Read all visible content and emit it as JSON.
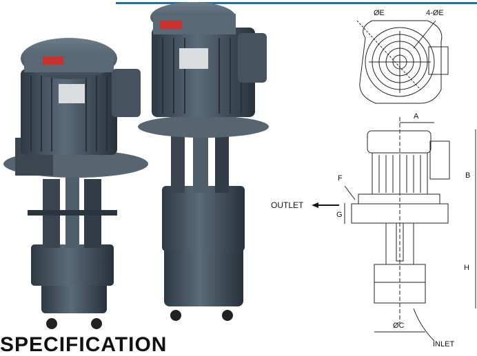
{
  "heading": "SPECIFICATION",
  "diagram": {
    "top_labels": {
      "e": "ØE",
      "bolt": "4-ØE"
    },
    "dims": {
      "a": "A",
      "b": "B",
      "f": "F",
      "g": "G",
      "h": "H",
      "c": "ØC"
    },
    "outlet": "OUTLET",
    "inlet": "INLET"
  },
  "colors": {
    "accent": "#1d6fa8",
    "pump_body": "#4a5a68",
    "pump_dark": "#2b353f"
  }
}
